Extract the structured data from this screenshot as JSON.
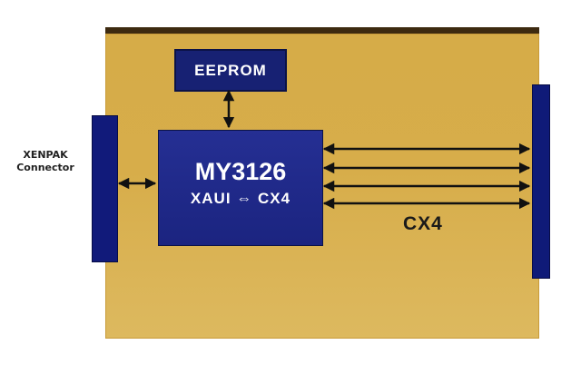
{
  "diagram": {
    "connector_label_line1": "XENPAK",
    "connector_label_line2": "Connector",
    "eeprom_label": "EEPROM",
    "chip_name": "MY3126",
    "chip_sub": "XAUI ⇔ CX4",
    "cx4_label": "CX4",
    "colors": {
      "board": "#d6ac48",
      "board_edge": "#3d2a10",
      "blocks": "#1b2480",
      "arrows": "#111111"
    }
  }
}
